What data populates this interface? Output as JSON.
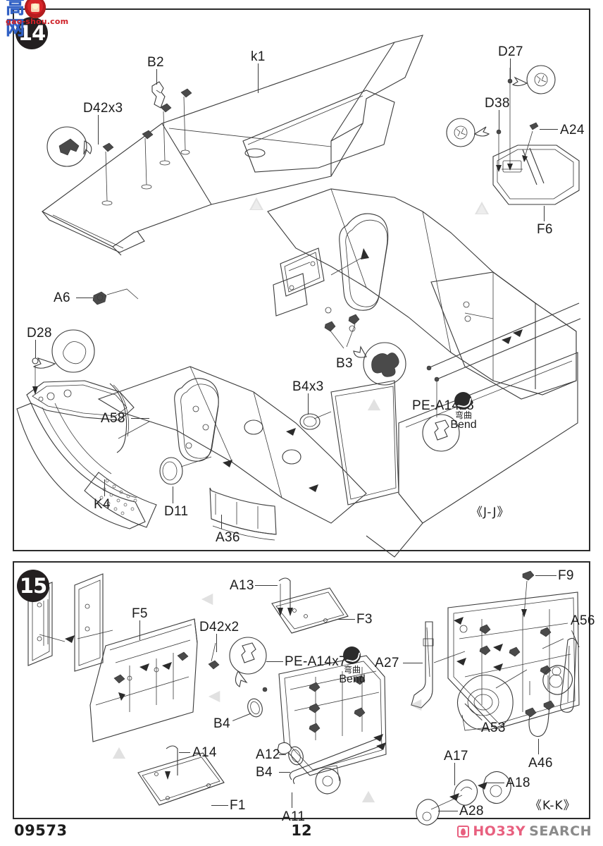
{
  "document": {
    "kit_code": "09573",
    "page_number": "12"
  },
  "watermark": {
    "cjk_text": "高 网",
    "domain_text": "gao-shou.com",
    "seal_icon": "seal-icon"
  },
  "hobby_search": {
    "brand_first": "HO33Y",
    "brand_second": "SEARCH",
    "mark_icon": "flame-mark-icon",
    "color_pink": "#e8607f",
    "color_grey": "#8a8a8a"
  },
  "steps": [
    {
      "number": "14",
      "section_view": "《J-J》",
      "labels": [
        {
          "id": "d42x3",
          "text": "D42x3"
        },
        {
          "id": "b2",
          "text": "B2"
        },
        {
          "id": "k1",
          "text": "k1"
        },
        {
          "id": "d27",
          "text": "D27"
        },
        {
          "id": "d38",
          "text": "D38"
        },
        {
          "id": "a24",
          "text": "A24"
        },
        {
          "id": "f6",
          "text": "F6"
        },
        {
          "id": "a6",
          "text": "A6"
        },
        {
          "id": "d28",
          "text": "D28"
        },
        {
          "id": "a58",
          "text": "A58"
        },
        {
          "id": "k4",
          "text": "K4"
        },
        {
          "id": "d11",
          "text": "D11"
        },
        {
          "id": "a36",
          "text": "A36"
        },
        {
          "id": "b3",
          "text": "B3"
        },
        {
          "id": "b4x3",
          "text": "B4x3"
        },
        {
          "id": "pe_a14x8",
          "text": "PE-A14x8"
        }
      ],
      "bend_note": {
        "cn": "弯曲",
        "en": "Bend",
        "icon": "bend-icon"
      }
    },
    {
      "number": "15",
      "section_view": "《K-K》",
      "labels": [
        {
          "id": "a13",
          "text": "A13"
        },
        {
          "id": "f3",
          "text": "F3"
        },
        {
          "id": "f9",
          "text": "F9"
        },
        {
          "id": "f5",
          "text": "F5"
        },
        {
          "id": "d42x2",
          "text": "D42x2"
        },
        {
          "id": "a56",
          "text": "A56"
        },
        {
          "id": "pe_a14x7",
          "text": "PE-A14x7"
        },
        {
          "id": "a27",
          "text": "A27"
        },
        {
          "id": "b4_left",
          "text": "B4"
        },
        {
          "id": "b4_lower",
          "text": "B4"
        },
        {
          "id": "a12",
          "text": "A12"
        },
        {
          "id": "a14",
          "text": "A14"
        },
        {
          "id": "a53",
          "text": "A53"
        },
        {
          "id": "a17",
          "text": "A17"
        },
        {
          "id": "a18",
          "text": "A18"
        },
        {
          "id": "a46",
          "text": "A46"
        },
        {
          "id": "a28",
          "text": "A28"
        },
        {
          "id": "a11",
          "text": "A11"
        },
        {
          "id": "f1",
          "text": "F1"
        }
      ],
      "bend_note": {
        "cn": "弯曲",
        "en": "Bend",
        "icon": "bend-icon"
      }
    }
  ]
}
